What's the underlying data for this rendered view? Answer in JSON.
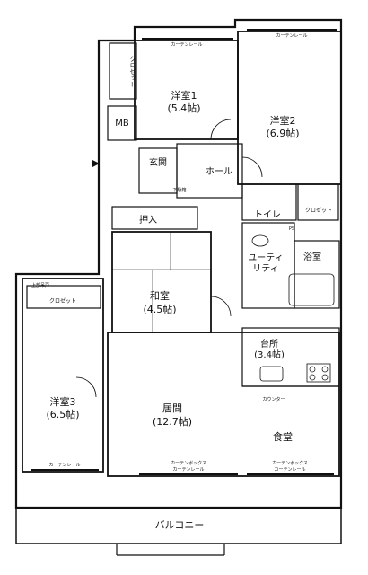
{
  "labels": {
    "western1_name": "洋室1",
    "western1_size": "(5.4帖)",
    "western2_name": "洋室2",
    "western2_size": "(6.9帖)",
    "western3_name": "洋室3",
    "western3_size": "(6.5帖)",
    "japanese_name": "和室",
    "japanese_size": "(4.5帖)",
    "living_name": "居間",
    "living_size": "(12.7帖)",
    "dining_name": "食堂",
    "kitchen_name": "台所",
    "kitchen_size": "(3.4帖)",
    "bath_name": "浴室",
    "utility_name_1": "ユーティ",
    "utility_name_2": "リティ",
    "entrance": "玄関",
    "hall": "ホール",
    "toilet": "トイレ",
    "closet1": "クロゼット",
    "closet2": "クロゼット",
    "closet3": "クロゼット",
    "oshiire": "押入",
    "mb": "MB",
    "balcony": "バルコニー",
    "curtain_rail": "カーテンレール",
    "curtain_box": "カーテンボックス",
    "counter": "カウンター",
    "shoe_box": "下駄箱",
    "upper_shelf": "上部吊戸",
    "ps": "PS"
  }
}
